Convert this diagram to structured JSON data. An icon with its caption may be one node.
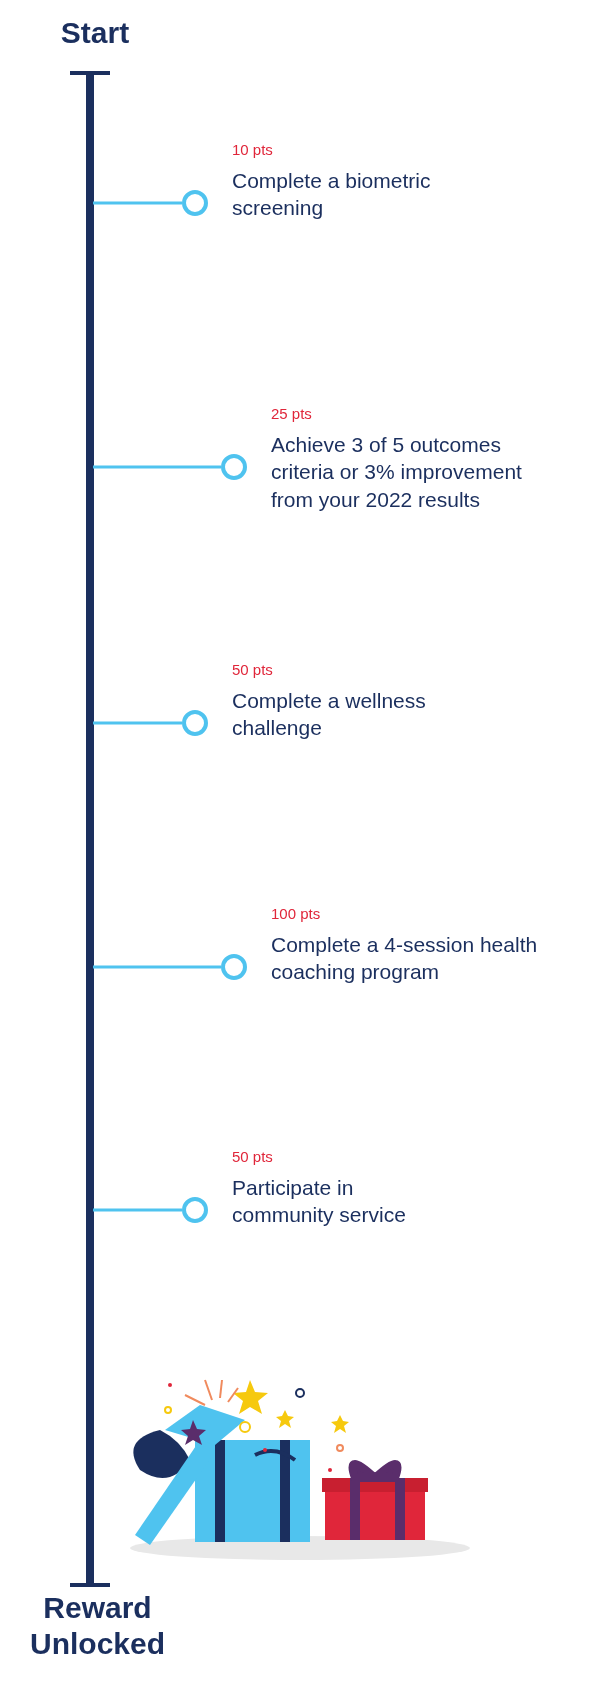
{
  "diagram": {
    "nodes": [
      {
        "text": [
          "Start"
        ]
      },
      {
        "text": [
          "Reward Unlocked"
        ]
      },
      {
        "text": [],
        "shape": "circle",
        "beside": [
          "10 pts",
          "Complete a biometric screening"
        ]
      },
      {
        "text": [],
        "shape": "circle",
        "beside": [
          "25 pts",
          "Achieve 3 of 5 outcomes criteria or 3% improvement from your 2022 results"
        ]
      },
      {
        "text": [],
        "shape": "circle",
        "beside": [
          "50 pts",
          "Complete a wellness challenge"
        ]
      },
      {
        "text": [],
        "shape": "circle",
        "beside": [
          "100 pts",
          "Complete a 4-session health coaching program"
        ]
      },
      {
        "text": [],
        "shape": "circle",
        "beside": [
          "50 pts",
          "Participate in community service"
        ]
      }
    ],
    "edges": [
      {
        "from": 0,
        "to": 1,
        "arrow": "other",
        "style": "thick",
        "color": "#1b2f5e"
      },
      {
        "from": null,
        "to": 2,
        "arrow": "none"
      },
      {
        "from": null,
        "to": 3,
        "arrow": "none"
      },
      {
        "from": null,
        "to": 4,
        "arrow": "none"
      },
      {
        "from": null,
        "to": 5,
        "arrow": "none"
      },
      {
        "from": null,
        "to": 6,
        "arrow": "none"
      }
    ]
  }
}
